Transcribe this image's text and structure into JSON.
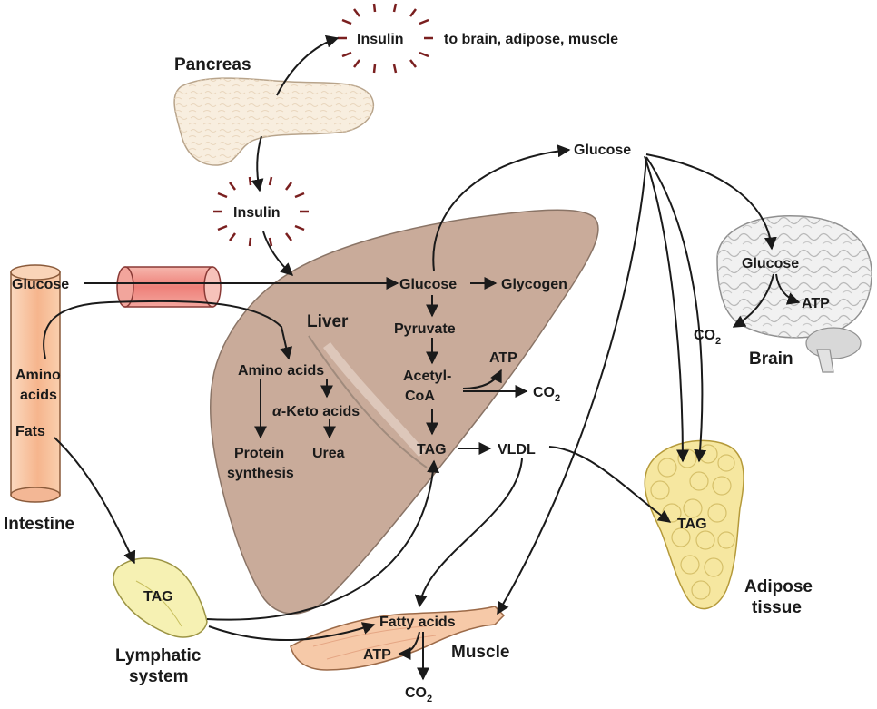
{
  "labels": {
    "pancreas": "Pancreas",
    "insulin_top": "Insulin",
    "insulin_targets": "to brain, adipose, muscle",
    "insulin_mid": "Insulin",
    "glucose_top": "Glucose",
    "glucose_intestine": "Glucose",
    "amino_acids_intestine_1": "Amino",
    "amino_acids_intestine_2": "acids",
    "fats": "Fats",
    "intestine": "Intestine",
    "liver": "Liver",
    "liver_glucose": "Glucose",
    "glycogen": "Glycogen",
    "pyruvate": "Pyruvate",
    "acetyl_coa_1": "Acetyl-",
    "acetyl_coa_2": "CoA",
    "atp_liver": "ATP",
    "co2_liver": "CO",
    "tag_liver": "TAG",
    "vldl": "VLDL",
    "liver_amino_acids": "Amino acids",
    "keto_alpha": "α",
    "keto_acids": "-Keto acids",
    "protein_1": "Protein",
    "protein_2": "synthesis",
    "urea": "Urea",
    "brain_glucose": "Glucose",
    "atp_brain": "ATP",
    "co2_brain": "CO",
    "brain": "Brain",
    "tag_adipose": "TAG",
    "adipose_1": "Adipose",
    "adipose_2": "tissue",
    "tag_lymph": "TAG",
    "lymph_1": "Lymphatic",
    "lymph_2": "system",
    "fatty_acids": "Fatty acids",
    "atp_muscle": "ATP",
    "muscle": "Muscle",
    "co2_muscle": "CO",
    "subscript_2": "2"
  },
  "colors": {
    "liver": "#c9ab9a",
    "pancreas": "#f8eedf",
    "intestine": "#f8c9a6",
    "vessel": "#f0908a",
    "adipose": "#f6e7a0",
    "lymph": "#f6f1b3",
    "muscle": "#f6c9a8",
    "brain": "#eeeeee",
    "insulin_ray": "#7a1f1f"
  }
}
